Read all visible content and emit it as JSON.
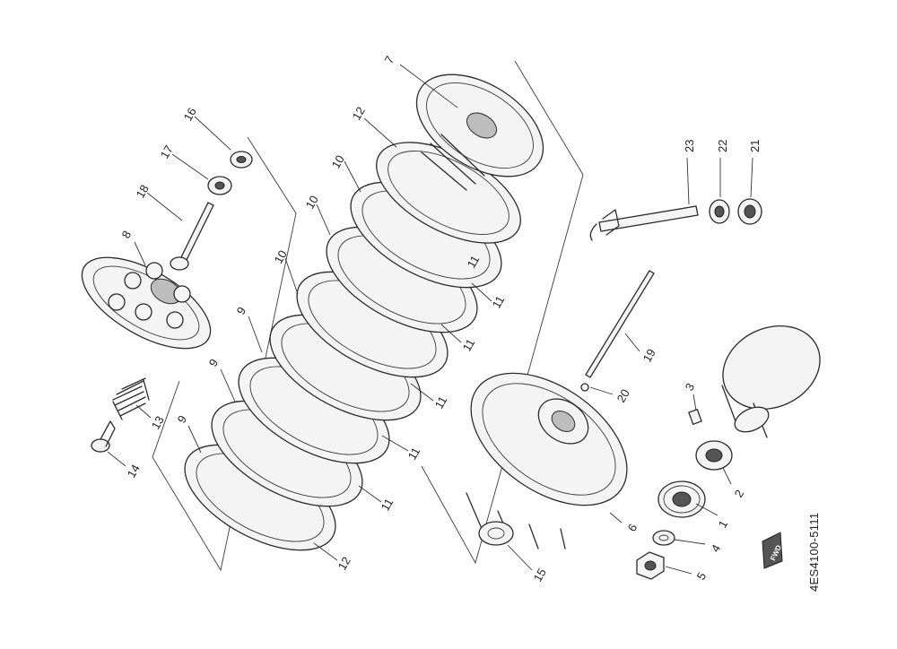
{
  "diagram": {
    "code": "4ES4100-5111",
    "forward_mark": "FWD",
    "callouts": [
      "1",
      "2",
      "3",
      "4",
      "5",
      "6",
      "7",
      "8",
      "9",
      "9",
      "9",
      "10",
      "10",
      "10",
      "11",
      "11",
      "11",
      "11",
      "11",
      "11",
      "12",
      "12",
      "13",
      "14",
      "15",
      "16",
      "17",
      "18",
      "19",
      "20",
      "21",
      "22",
      "23"
    ]
  }
}
